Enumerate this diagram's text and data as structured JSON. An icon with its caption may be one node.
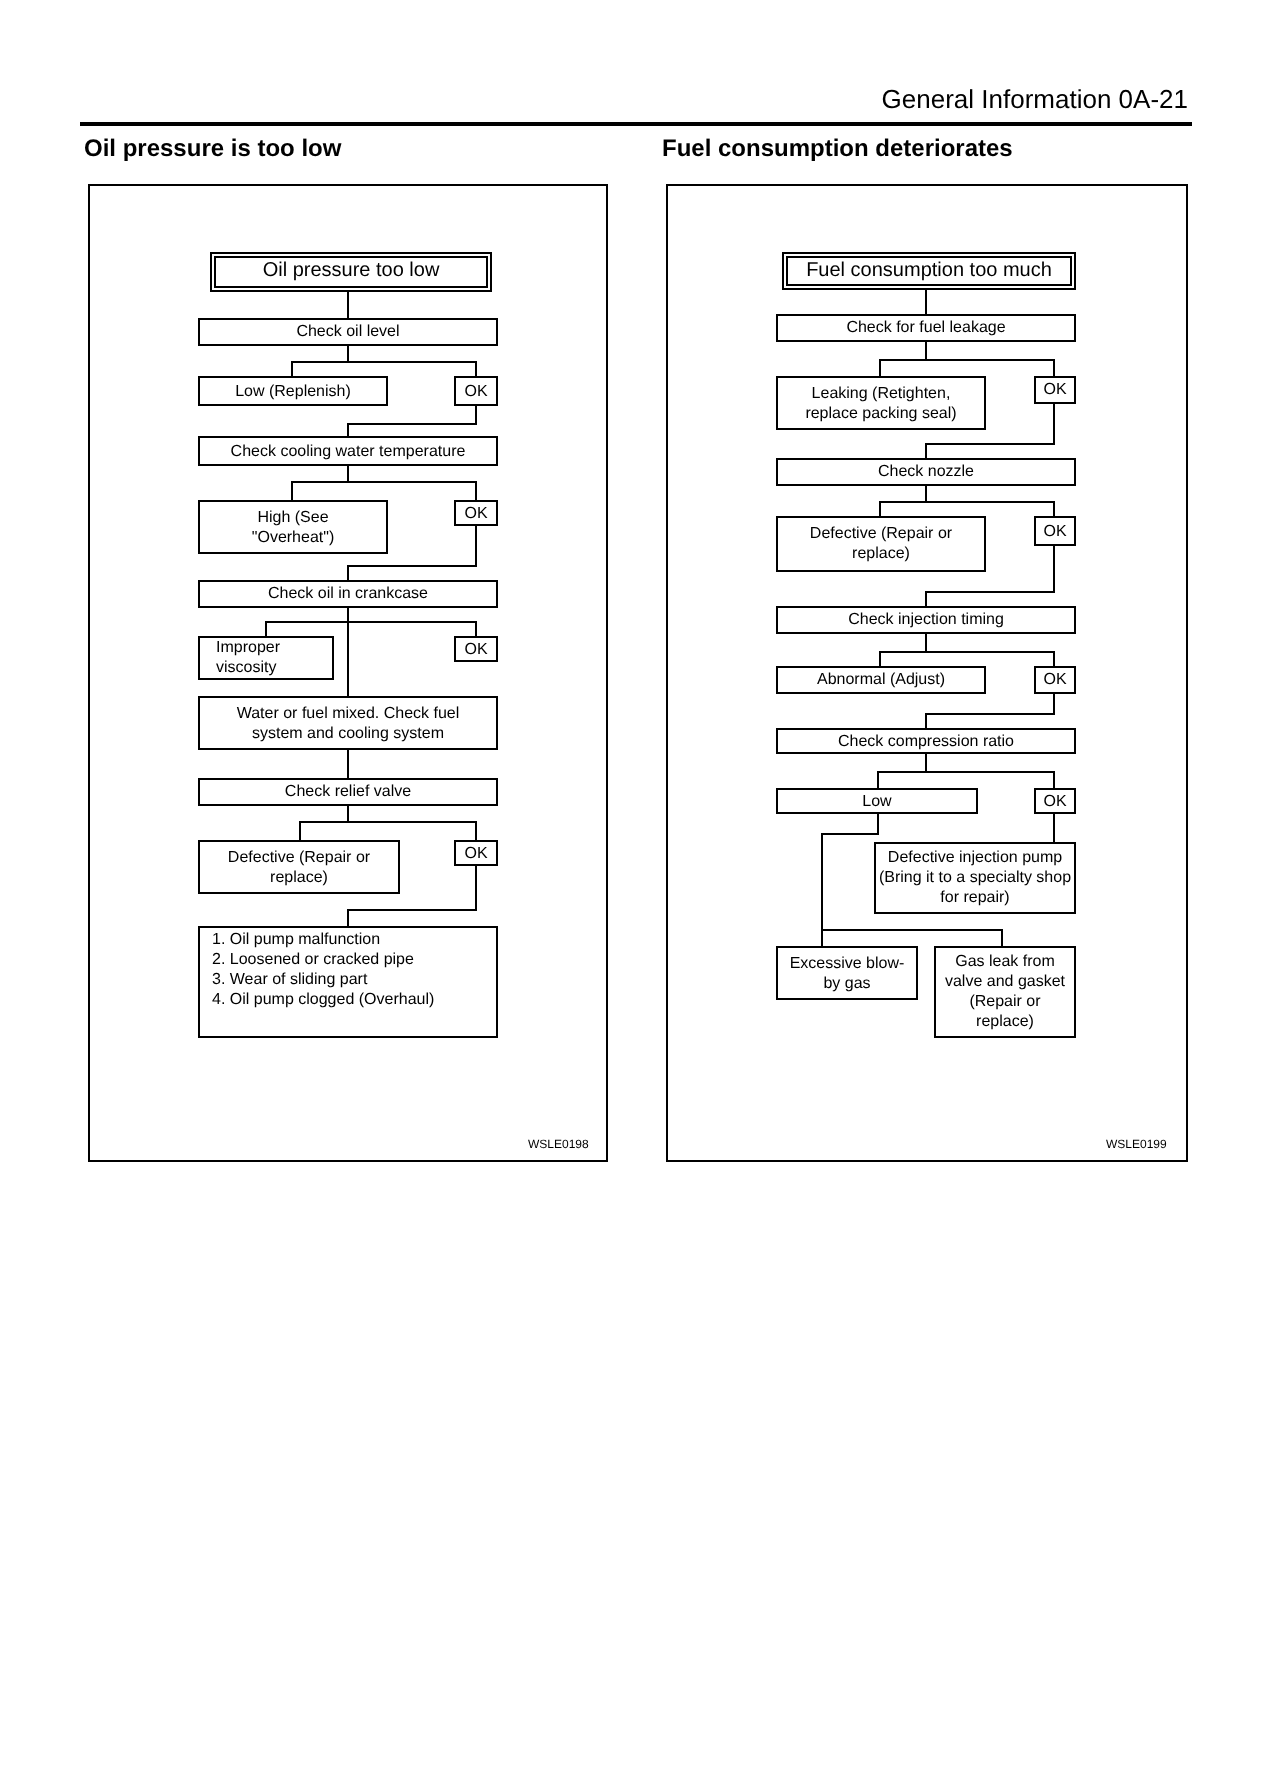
{
  "diagram": {
    "title": "General Information 0A-21",
    "nodes": [
      {
        "text": [
          "Oil pressure is too low"
        ]
      },
      {
        "text": [
          "Oil pressure too low"
        ],
        "in": 0
      },
      {
        "text": [
          "Check oil level"
        ],
        "in": 0
      },
      {
        "text": [
          "Low (Replenish)"
        ],
        "in": 0
      },
      {
        "text": [
          "OK"
        ],
        "in": 0
      },
      {
        "text": [
          "Check cooling water temperature"
        ],
        "in": 0
      },
      {
        "text": [
          "High (See \"Overheat\")"
        ],
        "in": 0
      },
      {
        "text": [
          "OK"
        ],
        "in": 0
      },
      {
        "text": [
          "Check oil in crankcase"
        ],
        "in": 0
      },
      {
        "text": [
          "Improper viscosity"
        ],
        "in": 0
      },
      {
        "text": [
          "OK"
        ],
        "in": 0
      },
      {
        "text": [
          "Water or fuel mixed. Check fuel system and cooling system"
        ],
        "in": 0
      },
      {
        "text": [
          "Check relief valve"
        ],
        "in": 0
      },
      {
        "text": [
          "Defective (Repair or replace)"
        ],
        "in": 0
      },
      {
        "text": [
          "OK"
        ],
        "in": 0
      },
      {
        "text": [
          "1. Oil pump malfunction",
          "2. Loosened or cracked pipe",
          "3. Wear of sliding part",
          "4. Oil pump clogged (Overhaul)"
        ],
        "in": 0
      },
      {
        "text": [
          "Fuel consumption deteriorates"
        ]
      },
      {
        "text": [
          "Fuel consumption too much"
        ],
        "in": 16
      },
      {
        "text": [
          "Check for fuel leakage"
        ],
        "in": 16
      },
      {
        "text": [
          "Leaking (Retighten, replace packing seal)"
        ],
        "in": 16
      },
      {
        "text": [
          "OK"
        ],
        "in": 16
      },
      {
        "text": [
          "Check nozzle"
        ],
        "in": 16
      },
      {
        "text": [
          "Defective (Repair or replace)"
        ],
        "in": 16
      },
      {
        "text": [
          "OK"
        ],
        "in": 16
      },
      {
        "text": [
          "Check injection timing"
        ],
        "in": 16
      },
      {
        "text": [
          "Abnormal (Adjust)"
        ],
        "in": 16
      },
      {
        "text": [
          "OK"
        ],
        "in": 16
      },
      {
        "text": [
          "Check compression ratio"
        ],
        "in": 16
      },
      {
        "text": [
          "Low"
        ],
        "in": 16
      },
      {
        "text": [
          "OK"
        ],
        "in": 16
      },
      {
        "text": [
          "Defective injection pump (Bring it to a specialty shop for repair)"
        ],
        "in": 16
      },
      {
        "text": [
          "Excessive blow-by gas"
        ],
        "in": 16
      },
      {
        "text": [
          "Gas leak from valve and gasket (Repair or replace)"
        ],
        "in": 16
      }
    ],
    "edges": [
      {
        "from": 1,
        "to": 2,
        "arrow": "none"
      },
      {
        "from": 2,
        "to": 3,
        "arrow": "none"
      },
      {
        "from": 2,
        "to": 4,
        "arrow": "none"
      },
      {
        "from": 4,
        "to": 5,
        "arrow": "none"
      },
      {
        "from": 5,
        "to": 6,
        "arrow": "none"
      },
      {
        "from": 5,
        "to": 7,
        "arrow": "none"
      },
      {
        "from": 7,
        "to": 8,
        "arrow": "none"
      },
      {
        "from": 8,
        "to": 9,
        "arrow": "none"
      },
      {
        "from": 8,
        "to": 10,
        "arrow": "none"
      },
      {
        "from": 8,
        "to": 11,
        "arrow": "none"
      },
      {
        "from": 11,
        "to": 12,
        "arrow": "none"
      },
      {
        "from": 12,
        "to": 13,
        "arrow": "none"
      },
      {
        "from": 12,
        "to": 14,
        "arrow": "none"
      },
      {
        "from": 14,
        "to": 15,
        "arrow": "none"
      },
      {
        "from": 17,
        "to": 18,
        "arrow": "none"
      },
      {
        "from": 18,
        "to": 19,
        "arrow": "none"
      },
      {
        "from": 18,
        "to": 20,
        "arrow": "none"
      },
      {
        "from": 20,
        "to": 21,
        "arrow": "none"
      },
      {
        "from": 21,
        "to": 22,
        "arrow": "none"
      },
      {
        "from": 21,
        "to": 23,
        "arrow": "none"
      },
      {
        "from": 23,
        "to": 24,
        "arrow": "none"
      },
      {
        "from": 24,
        "to": 25,
        "arrow": "none"
      },
      {
        "from": 24,
        "to": 26,
        "arrow": "none"
      },
      {
        "from": 26,
        "to": 27,
        "arrow": "none"
      },
      {
        "from": 27,
        "to": 28,
        "arrow": "none"
      },
      {
        "from": 27,
        "to": 29,
        "arrow": "none"
      },
      {
        "from": 29,
        "to": 30,
        "arrow": "none"
      },
      {
        "from": 28,
        "to": 31,
        "arrow": "none"
      },
      {
        "from": 28,
        "to": 32,
        "arrow": "none"
      }
    ],
    "labels": [
      "WSLE0198",
      "WSLE0199"
    ]
  }
}
